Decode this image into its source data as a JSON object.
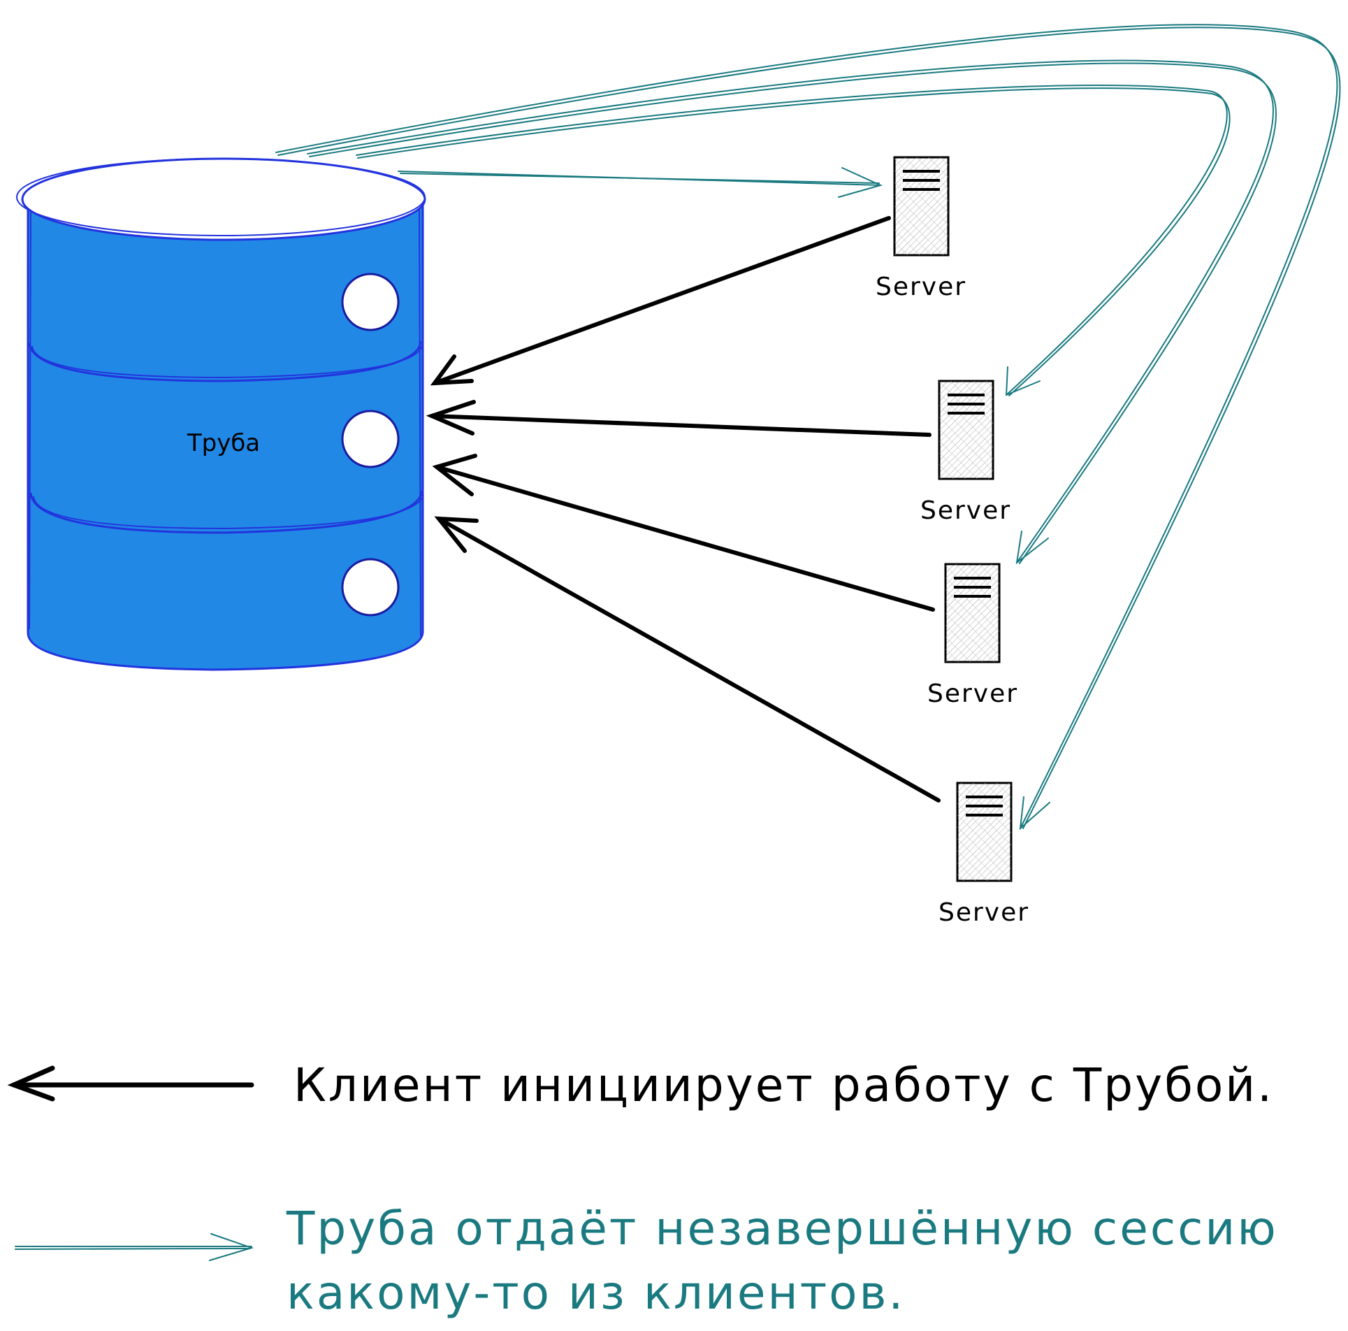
{
  "colors": {
    "db_fill": "#2288e6",
    "db_stroke": "#2233dd",
    "teal": "#1a7a80",
    "black": "#000000",
    "server_hatch": "#c8c8c8"
  },
  "database": {
    "label": "Труба",
    "icon": "database-cylinder-icon"
  },
  "servers": [
    {
      "label": "Server"
    },
    {
      "label": "Server"
    },
    {
      "label": "Server"
    },
    {
      "label": "Server"
    }
  ],
  "legend": {
    "client_line": "Клиент инициирует работу с Трубой.",
    "pipe_line_1": "Труба отдаёт незавершённую сессию",
    "pipe_line_2": "какому-то из клиентов."
  }
}
